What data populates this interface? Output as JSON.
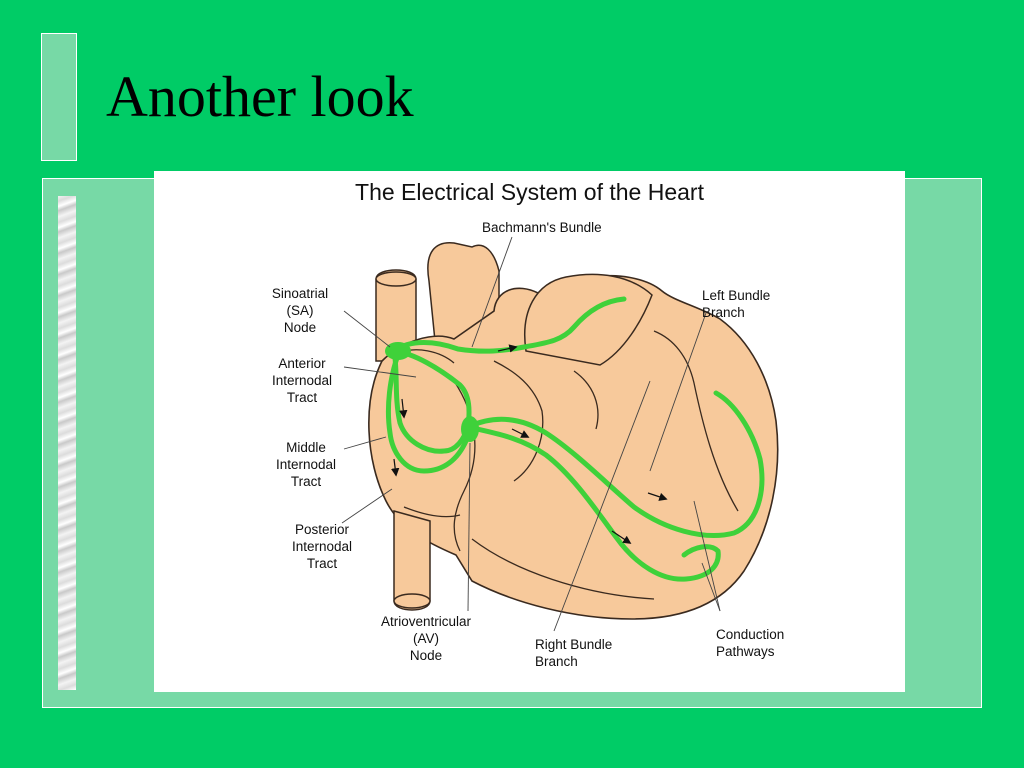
{
  "slide": {
    "title": "Another look"
  },
  "diagram": {
    "heading": "The Electrical System of the Heart",
    "labels": {
      "bachmann": "Bachmann's Bundle",
      "left_bundle": [
        "Left Bundle",
        "Branch"
      ],
      "sa_node": [
        "Sinoatrial",
        "(SA)",
        "Node"
      ],
      "anterior": [
        "Anterior",
        "Internodal",
        "Tract"
      ],
      "middle": [
        "Middle",
        "Internodal",
        "Tract"
      ],
      "posterior": [
        "Posterior",
        "Internodal",
        "Tract"
      ],
      "av_node": [
        "Atrioventricular",
        "(AV)",
        "Node"
      ],
      "right_bundle": [
        "Right Bundle",
        "Branch"
      ],
      "conduction": [
        "Conduction",
        "Pathways"
      ]
    }
  },
  "colors": {
    "background": "#00cc66",
    "panel": "#77d9a6",
    "heart": "#f7c99b",
    "outline": "#3a2a1f",
    "pathway": "#3fd13a"
  },
  "icons": {
    "strip": "marble-texture"
  }
}
